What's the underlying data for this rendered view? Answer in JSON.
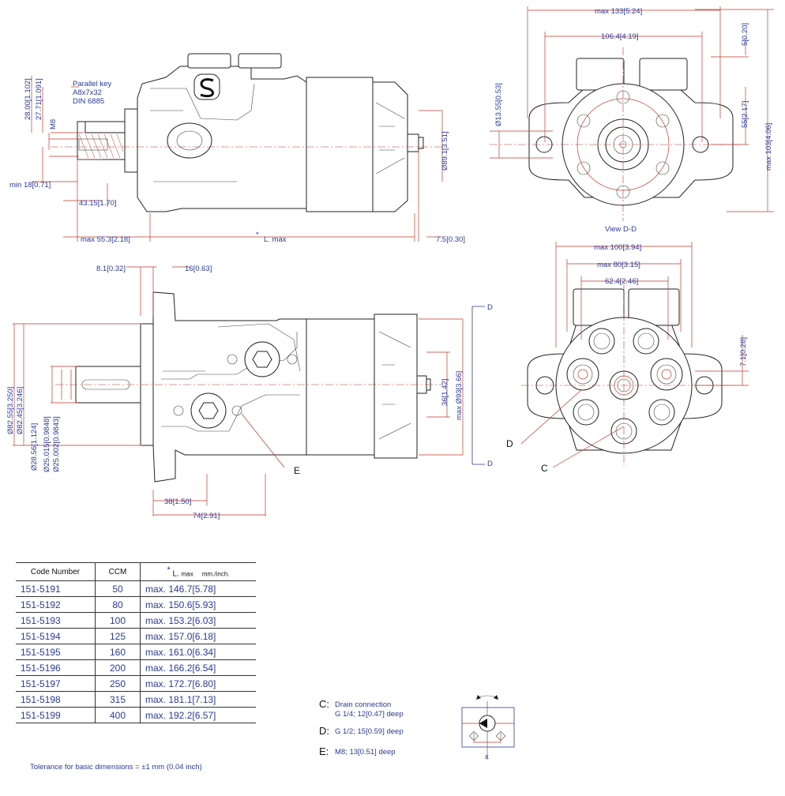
{
  "top_view": {
    "key_note": [
      "Parallel key",
      "A8x7x32",
      "DIN 6885"
    ],
    "thread": "M8",
    "dims": {
      "d28": "28.00[1.102]",
      "d27": "27.71[1.091]",
      "min18": "min 18[0.71]",
      "d43": "43.15[1.70]",
      "d55": "max 55.3[2.18]",
      "lmax": "L. max",
      "star": "*",
      "d7_5": "7.5[0.30]",
      "d89": "Ø89.1[3.51]"
    }
  },
  "end_view_dd": {
    "caption": "View D-D",
    "dims": {
      "max133": "max 133[5.24]",
      "d106": "106.4[4.19]",
      "d5": "5[0.20]",
      "d13": "Ø13.55[0.53]",
      "d55b": "55[2.17]",
      "max103": "max 103[4.06]"
    }
  },
  "side_view": {
    "dims": {
      "d8_1": "8.1[0.32]",
      "d16": "16[0.63]",
      "d82_55": "Ø82.55[3.250]",
      "d82_45": "Ø82.45[3.246]",
      "d28_56": "Ø28.56[1.124]",
      "d25_015": "Ø25.015[0.9848]",
      "d25_002": "Ø25.002[0.9843]",
      "d36": "36[1.42]",
      "max93": "max Ø93[3.66]",
      "d38": "38[1.50]",
      "d74": "74[2.91]",
      "sec_d": "D",
      "label_e": "E"
    }
  },
  "port_view": {
    "dims": {
      "max100": "max 100[3.94]",
      "max80": "max 80[3.15]",
      "d62": "62.4[2.46]",
      "d7_1": "7.1[0.28]"
    },
    "label_d": "D",
    "label_c": "C"
  },
  "table": {
    "headers": {
      "code": "Code Number",
      "ccm": "CCM",
      "star": "*",
      "lmax": "L.",
      "lmax_sub": "max",
      "units": "mm./inch."
    },
    "rows": [
      {
        "code": "151-5191",
        "ccm": "50",
        "lmax": "max. 146.7[5.78]"
      },
      {
        "code": "151-5192",
        "ccm": "80",
        "lmax": "max. 150.6[5.93]"
      },
      {
        "code": "151-5193",
        "ccm": "100",
        "lmax": "max. 153.2[6.03]"
      },
      {
        "code": "151-5194",
        "ccm": "125",
        "lmax": "max. 157.0[6.18]"
      },
      {
        "code": "151-5195",
        "ccm": "160",
        "lmax": "max. 161.0[6.34]"
      },
      {
        "code": "151-5196",
        "ccm": "200",
        "lmax": "max. 166.2[6.54]"
      },
      {
        "code": "151-5197",
        "ccm": "250",
        "lmax": "max. 172.7[6.80]"
      },
      {
        "code": "151-5198",
        "ccm": "315",
        "lmax": "max. 181.1[7.13]"
      },
      {
        "code": "151-5199",
        "ccm": "400",
        "lmax": "max. 192.2[6.57]"
      }
    ]
  },
  "notes": [
    {
      "letter": "C:",
      "text": "Drain connection\nG 1/4; 12[0.47] deep"
    },
    {
      "letter": "D:",
      "text": "G 1/2; 15[0.59] deep"
    },
    {
      "letter": "E:",
      "text": "M8; 13[0.51] deep"
    }
  ],
  "tolerance": "Tolerance for basic dimensions = ±1 mm (0.04 inch)",
  "symbol_note": "x"
}
